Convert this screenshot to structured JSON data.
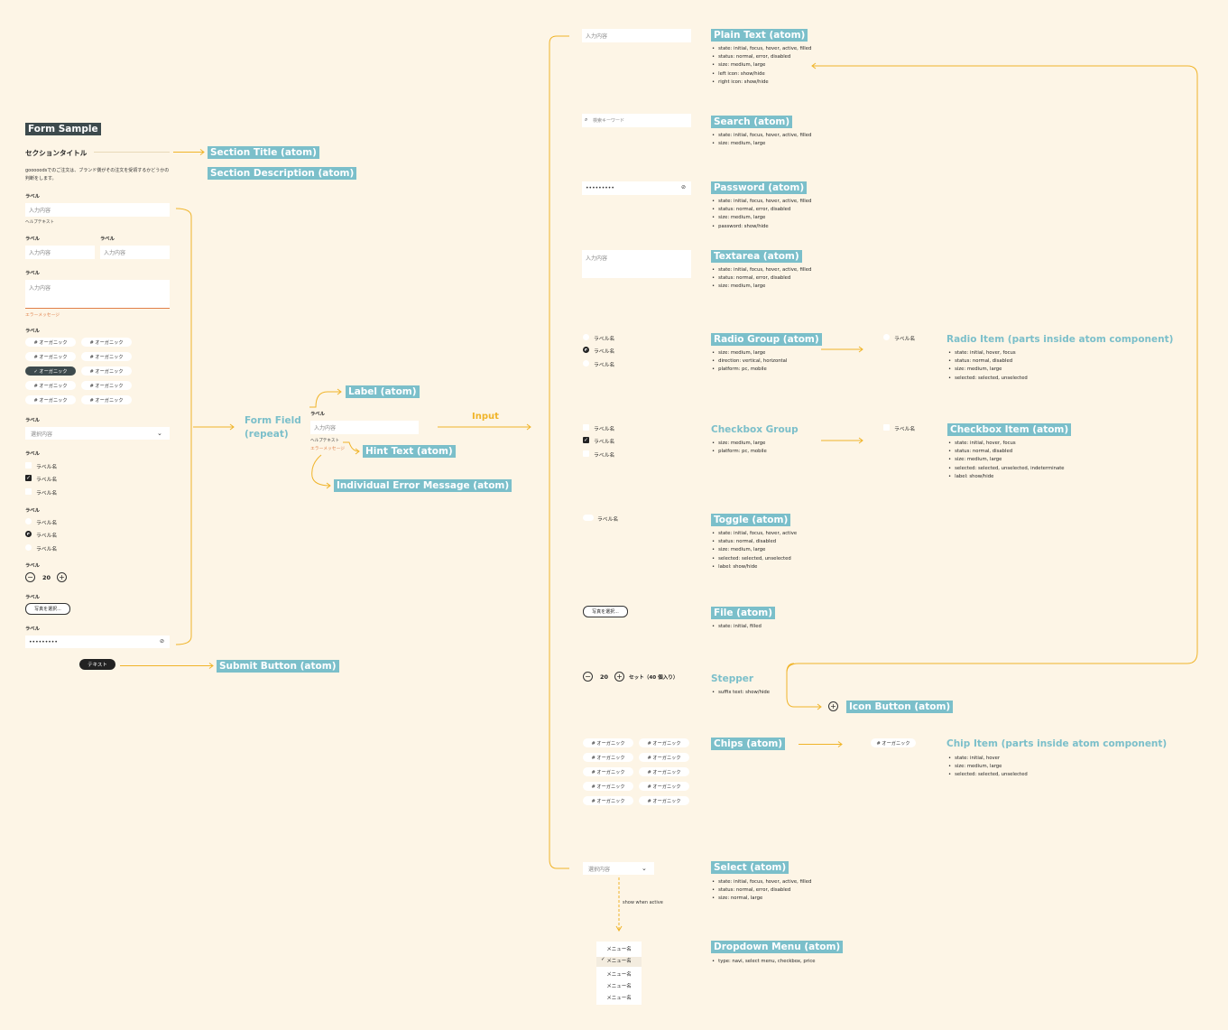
{
  "colors": {
    "background": "#fdf5e6",
    "accent": "#7bbfca",
    "connector": "#f0b429",
    "dark": "#3d4a4d",
    "error": "#e0804a"
  },
  "form": {
    "title": "Form Sample",
    "section_title": "セクションタイトル",
    "section_desc": "gooooodsでのご注文は、ブランド側がその注文を受領するかどうかの判断をします。",
    "label": "ラベル",
    "placeholder": "入力内容",
    "help": "ヘルプテキスト",
    "error": "エラーメッセージ",
    "chip": "# オーガニック",
    "chip_selected": "✓ オーガニック",
    "select_placeholder": "選択内容",
    "option": "ラベル名",
    "stepper_minus": "−",
    "stepper_value": "20",
    "stepper_plus": "+",
    "file_button": "写真を選択...",
    "password_dots": "•••••••••",
    "submit": "テキスト"
  },
  "flow": {
    "form_field": "Form Field\n(repeat)",
    "input": "Input"
  },
  "mid": {
    "label_tag": "Label (atom)",
    "hint_tag": "Hint Text (atom)",
    "error_tag": "Individual Error Message (atom)",
    "hint_text": "ヘルプテキスト",
    "error_text": "エラーメッセージ"
  },
  "tags": {
    "section_title": "Section Title (atom)",
    "section_desc": "Section Description (atom)",
    "submit": "Submit Button (atom)"
  },
  "components": {
    "plain": {
      "title": "Plain Text (atom)",
      "specs": [
        "state: initial, focus, hover, active, filled",
        "status: normal, error, disabled",
        "size: medium, large",
        "left icon: show/hide",
        "right icon: show/hide"
      ]
    },
    "search": {
      "title": "Search (atom)",
      "placeholder": "検索キーワード",
      "specs": [
        "state: initial, focus, hover, active, filled",
        "size: medium, large"
      ]
    },
    "password": {
      "title": "Password (atom)",
      "specs": [
        "state: initial, focus, hover, active, filled",
        "status: normal, error, disabled",
        "size: medium, large",
        "password: show/hide"
      ]
    },
    "textarea": {
      "title": "Textarea (atom)",
      "specs": [
        "state: initial, focus, hover, active, filled",
        "status: normal, error, disabled",
        "size: medium, large"
      ]
    },
    "radio_group": {
      "title": "Radio Group (atom)",
      "specs": [
        "size: medium, large",
        "direction: vertical, horizontal",
        "platform: pc, mobile"
      ]
    },
    "radio_item": {
      "title": "Radio Item (parts inside atom component)",
      "specs": [
        "state: initial, hover, focus",
        "status: normal, disabled",
        "size: medium, large",
        "selected: selected, unselected"
      ]
    },
    "checkbox_group": {
      "title": "Checkbox Group",
      "specs": [
        "size: medium, large",
        "platform: pc, mobile"
      ]
    },
    "checkbox_item": {
      "title": "Checkbox Item (atom)",
      "specs": [
        "state: initial, hover, focus",
        "status: normal, disabled",
        "size: medium, large",
        "selected: selected, unselected, indeterminate",
        "label: show/hide"
      ]
    },
    "toggle": {
      "title": "Toggle (atom)",
      "specs": [
        "state: initial, focus, hover, active",
        "status: normal, disabled",
        "size: medium, large",
        "selected: selected, unselected",
        "label: show/hide"
      ]
    },
    "file": {
      "title": "File (atom)",
      "specs": [
        "state: initial, filled"
      ]
    },
    "stepper": {
      "title": "Stepper",
      "suffix": "セット（40 個入り）",
      "specs": [
        "suffix text: show/hide"
      ]
    },
    "icon_button": {
      "title": "Icon Button (atom)"
    },
    "chips": {
      "title": "Chips (atom)"
    },
    "chip_item": {
      "title": "Chip Item (parts inside atom component)",
      "specs": [
        "state: initial, hover",
        "size: medium, large",
        "selected: selected, unselected"
      ]
    },
    "select": {
      "title": "Select (atom)",
      "specs": [
        "state: initial, focus, hover, active, filled",
        "status: normal, error, disabled",
        "size: normal, large"
      ],
      "annotation": "show when active"
    },
    "dropdown": {
      "title": "Dropdown Menu (atom)",
      "specs": [
        "type:  navi, select menu, checkbox, price"
      ],
      "items": [
        "メニュー名",
        "メニュー名",
        "メニュー名",
        "メニュー名",
        "メニュー名"
      ],
      "check": "✓"
    }
  }
}
